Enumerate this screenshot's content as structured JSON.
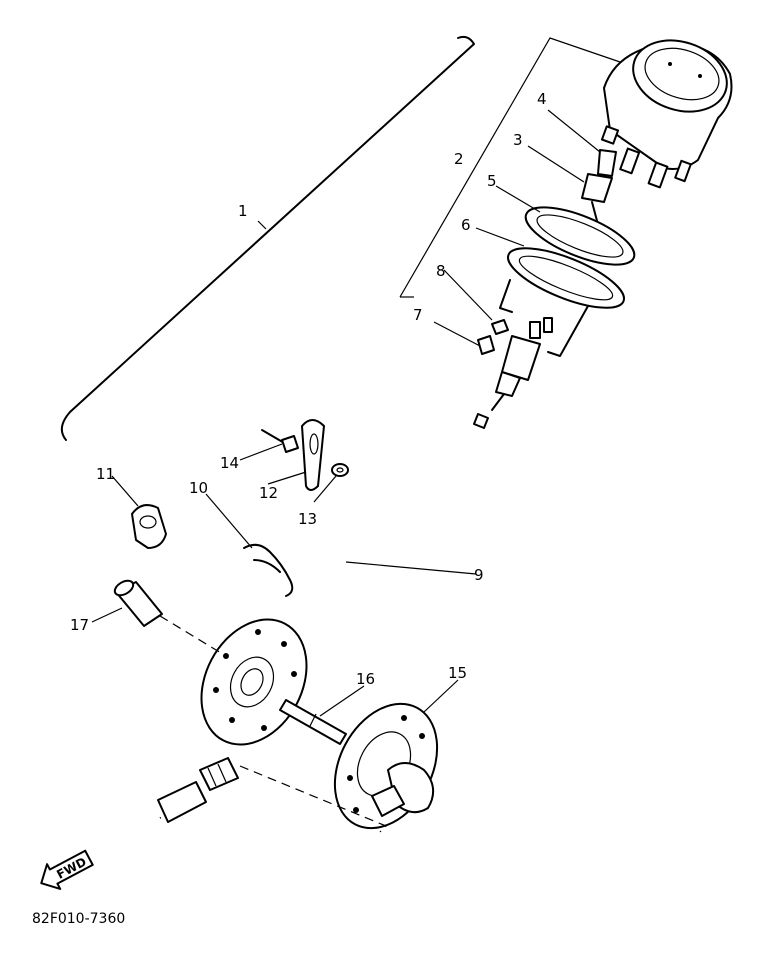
{
  "diagram": {
    "part_code": "82F010-7360",
    "fwd_label": "FWD",
    "callouts": [
      {
        "id": "1",
        "text": "1"
      },
      {
        "id": "2",
        "text": "2"
      },
      {
        "id": "3",
        "text": "3"
      },
      {
        "id": "4",
        "text": "4"
      },
      {
        "id": "5",
        "text": "5"
      },
      {
        "id": "6",
        "text": "6"
      },
      {
        "id": "7",
        "text": "7"
      },
      {
        "id": "8",
        "text": "8"
      },
      {
        "id": "9",
        "text": "9"
      },
      {
        "id": "10",
        "text": "10"
      },
      {
        "id": "11",
        "text": "11"
      },
      {
        "id": "12",
        "text": "12"
      },
      {
        "id": "13",
        "text": "13"
      },
      {
        "id": "14",
        "text": "14"
      },
      {
        "id": "15",
        "text": "15"
      },
      {
        "id": "16",
        "text": "16"
      },
      {
        "id": "17",
        "text": "17"
      }
    ]
  }
}
